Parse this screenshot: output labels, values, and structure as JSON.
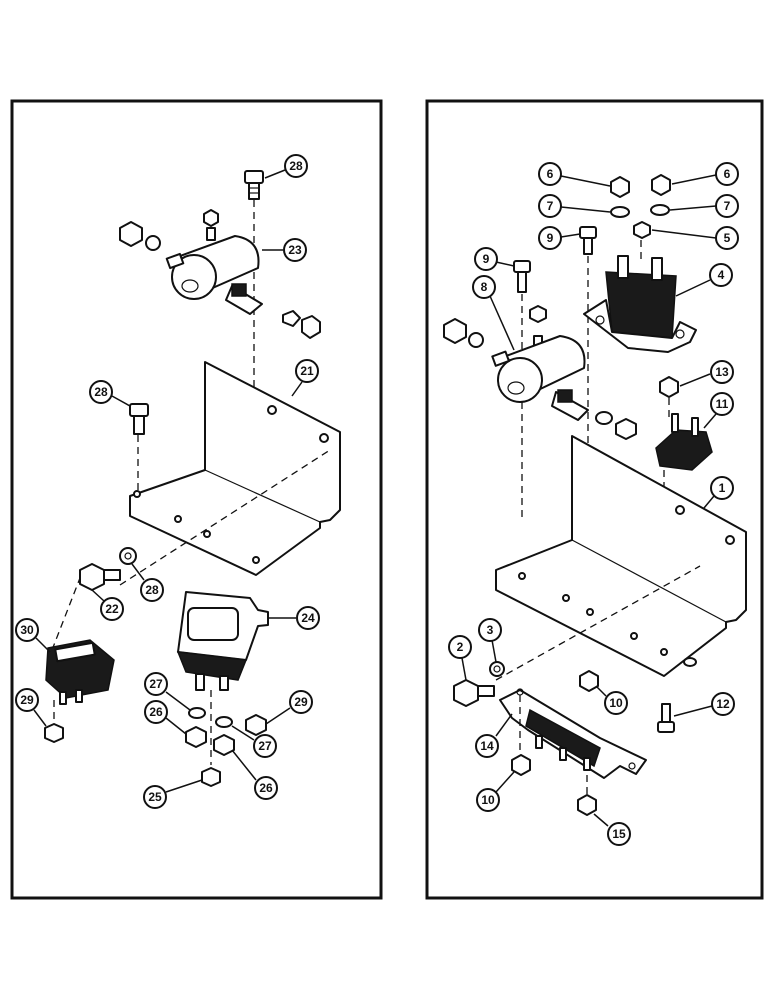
{
  "left_panel": {
    "callouts": [
      {
        "id": "l28a",
        "label": "28"
      },
      {
        "id": "l23",
        "label": "23"
      },
      {
        "id": "l21",
        "label": "21"
      },
      {
        "id": "l28b",
        "label": "28"
      },
      {
        "id": "l22",
        "label": "22"
      },
      {
        "id": "l28c",
        "label": "28"
      },
      {
        "id": "l24",
        "label": "24"
      },
      {
        "id": "l30",
        "label": "30"
      },
      {
        "id": "l29a",
        "label": "29"
      },
      {
        "id": "l27a",
        "label": "27"
      },
      {
        "id": "l26a",
        "label": "26"
      },
      {
        "id": "l27b",
        "label": "27"
      },
      {
        "id": "l29b",
        "label": "29"
      },
      {
        "id": "l26b",
        "label": "26"
      },
      {
        "id": "l25",
        "label": "25"
      }
    ]
  },
  "right_panel": {
    "callouts": [
      {
        "id": "r6a",
        "label": "6"
      },
      {
        "id": "r6b",
        "label": "6"
      },
      {
        "id": "r7a",
        "label": "7"
      },
      {
        "id": "r7b",
        "label": "7"
      },
      {
        "id": "r9a",
        "label": "9"
      },
      {
        "id": "r5",
        "label": "5"
      },
      {
        "id": "r9b",
        "label": "9"
      },
      {
        "id": "r4",
        "label": "4"
      },
      {
        "id": "r8",
        "label": "8"
      },
      {
        "id": "r13",
        "label": "13"
      },
      {
        "id": "r11",
        "label": "11"
      },
      {
        "id": "r1",
        "label": "1"
      },
      {
        "id": "r2",
        "label": "2"
      },
      {
        "id": "r3",
        "label": "3"
      },
      {
        "id": "r10a",
        "label": "10"
      },
      {
        "id": "r12",
        "label": "12"
      },
      {
        "id": "r14",
        "label": "14"
      },
      {
        "id": "r10b",
        "label": "10"
      },
      {
        "id": "r15",
        "label": "15"
      }
    ]
  }
}
